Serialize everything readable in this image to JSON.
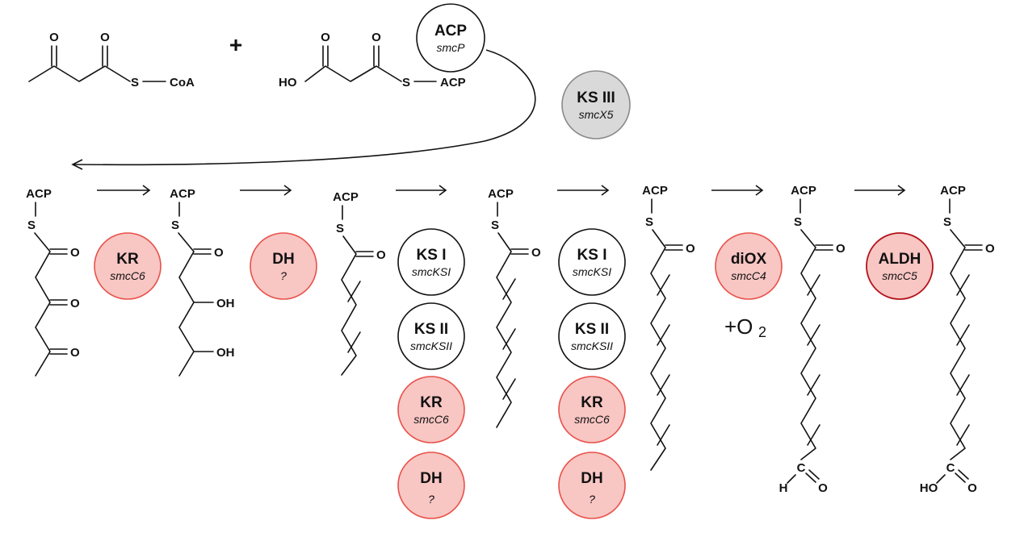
{
  "colors": {
    "enzyme_red_fill": "#f8c6c3",
    "enzyme_red_stroke": "#e8514a",
    "enzyme_dark_red_stroke": "#b3131b",
    "enzyme_grey_fill": "#d9d9d9",
    "enzyme_grey_stroke": "#8a8a8a",
    "enzyme_white_fill": "#ffffff",
    "enzyme_black_stroke": "#111111"
  },
  "substrates": {
    "plus": "+",
    "acetoacetyl_coa": {
      "s": "S",
      "coa": "CoA",
      "o1": "O",
      "o2": "O"
    },
    "malonyl_acp": {
      "ho": "HO",
      "s": "S",
      "acp": "ACP",
      "o1": "O",
      "o2": "O"
    }
  },
  "enzymes": {
    "acp_top": {
      "name": "ACP",
      "gene": "smcP"
    },
    "ks3": {
      "name": "KS III",
      "gene": "smcX5"
    },
    "kr1": {
      "name": "KR",
      "gene": "smcC6"
    },
    "dh1": {
      "name": "DH",
      "gene": "?"
    },
    "ks1_a": {
      "name": "KS I",
      "gene": "smcKSI"
    },
    "ks2_a": {
      "name": "KS II",
      "gene": "smcKSII"
    },
    "kr_a": {
      "name": "KR",
      "gene": "smcC6"
    },
    "dh_a": {
      "name": "DH",
      "gene": "?"
    },
    "ks1_b": {
      "name": "KS I",
      "gene": "smcKSI"
    },
    "ks2_b": {
      "name": "KS II",
      "gene": "smcKSII"
    },
    "kr_b": {
      "name": "KR",
      "gene": "smcC6"
    },
    "dh_b": {
      "name": "DH",
      "gene": "?"
    },
    "diox": {
      "name": "diOX",
      "gene": "smcC4"
    },
    "aldh": {
      "name": "ALDH",
      "gene": "smcC5"
    }
  },
  "o2_label": {
    "main": "+O",
    "sub": "2"
  },
  "atom_labels": {
    "acp": "ACP",
    "s": "S",
    "o": "O",
    "oh": "OH",
    "h": "H",
    "ho": "HO",
    "c": "C"
  }
}
